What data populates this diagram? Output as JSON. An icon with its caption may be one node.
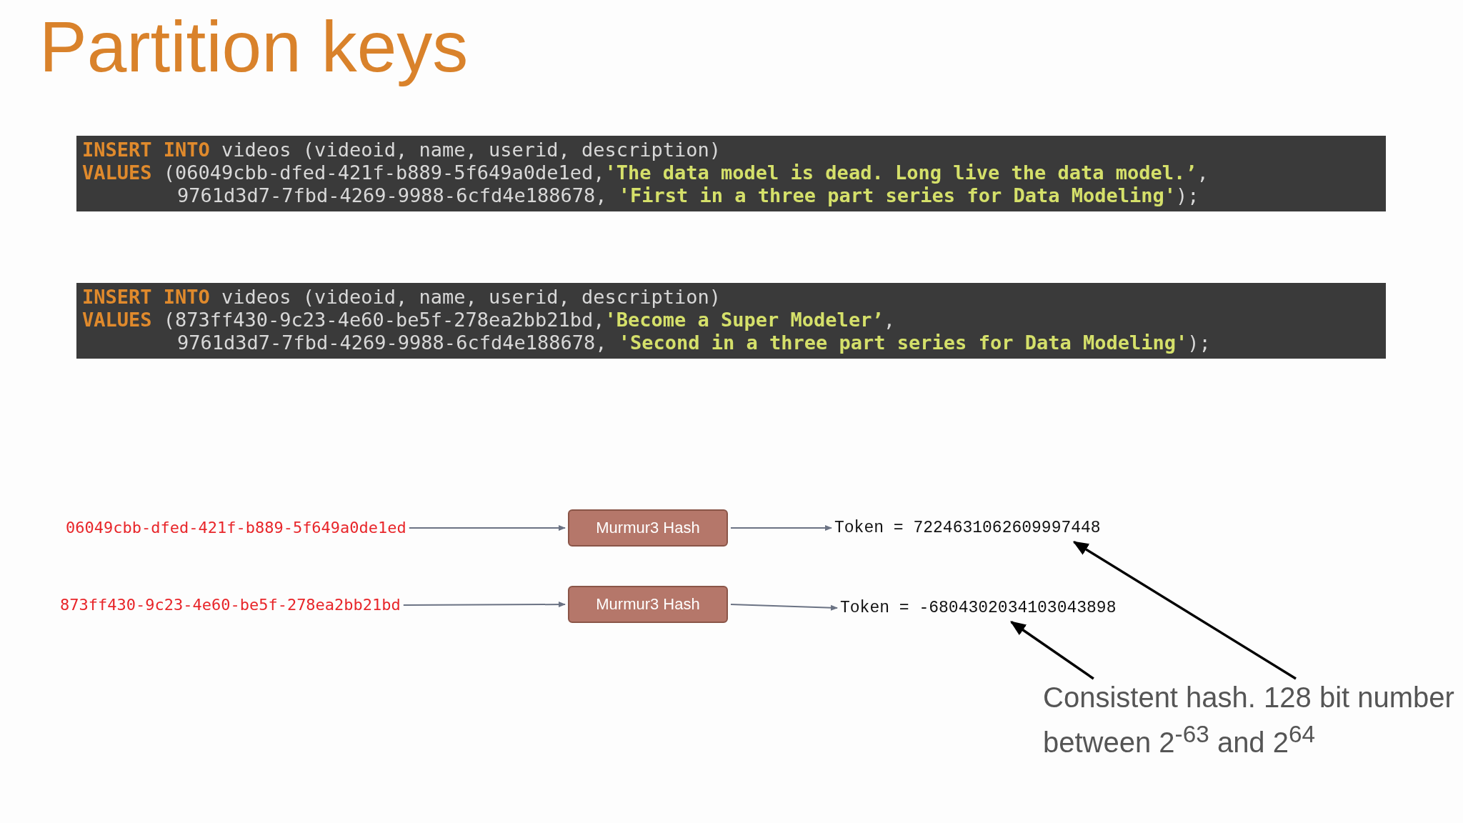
{
  "diagram": {
    "title": "Partition keys",
    "nodes": [
      {
        "text": [
          "06049cbb-dfed-421f-b889-5f649a0de1ed"
        ]
      },
      {
        "text": [
          "Murmur3 Hash"
        ]
      },
      {
        "text": [
          "Token = 7224631062609997448"
        ]
      },
      {
        "text": [
          "873ff430-9c23-4e60-be5f-278ea2bb21bd"
        ]
      },
      {
        "text": [
          "Murmur3 Hash"
        ]
      },
      {
        "text": [
          "Token = -6804302034103043898"
        ]
      },
      {
        "text": [
          "Consistent hash. 128 bit number between 2$^{-63}$ and 2$^{64}$"
        ]
      }
    ],
    "edges": [
      {
        "from": 0,
        "to": 1,
        "arrow": "to"
      },
      {
        "from": 1,
        "to": 2,
        "arrow": "to"
      },
      {
        "from": 3,
        "to": 4,
        "arrow": "to"
      },
      {
        "from": 4,
        "to": 5,
        "arrow": "to"
      },
      {
        "from": 6,
        "to": 2,
        "arrow": "to",
        "color": "#000000"
      },
      {
        "from": 6,
        "to": 5,
        "arrow": "to",
        "color": "#000000"
      }
    ],
    "labels": [
      "INSERT INTO videos (videoid, name, userid, description)",
      "VALUES (06049cbb-dfed-421f-b889-5f649a0de1ed,'The data model is dead. Long live the data model.’,",
      "9761d3d7-7fbd-4269-9988-6cfd4e188678, 'First in a three part series for Data Modeling');",
      "INSERT INTO videos (videoid, name, userid, description)",
      "VALUES (873ff430-9c23-4e60-be5f-278ea2bb21bd,'Become a Super Modeler’,",
      "9761d3d7-7fbd-4269-9988-6cfd4e188678, 'Second in a three part series for Data Modeling');"
    ]
  }
}
